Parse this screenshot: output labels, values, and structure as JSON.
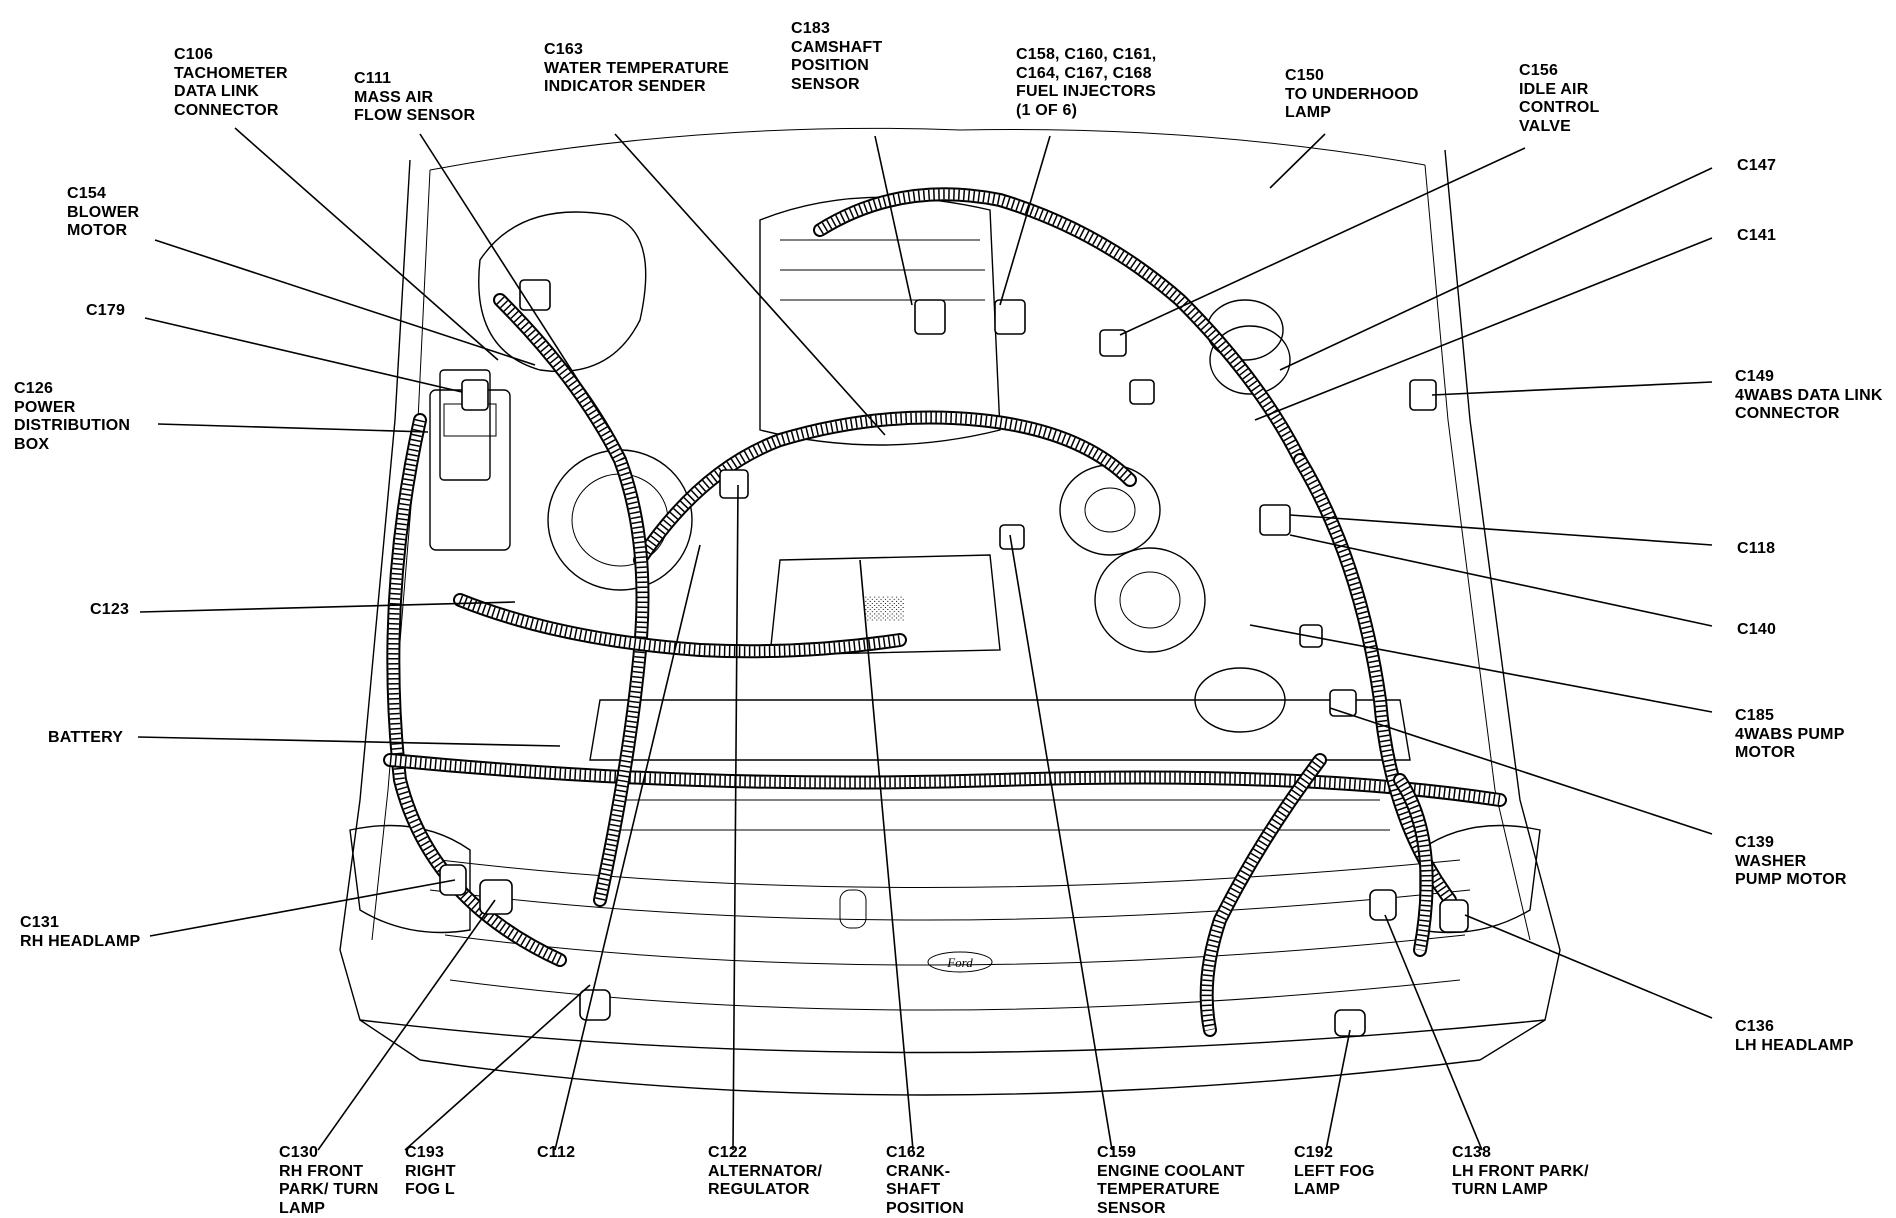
{
  "callouts": [
    {
      "id": "c106",
      "name": "label-c106-tachometer-data-link-connector",
      "lines": [
        "C106",
        "TACHOMETER",
        "DATA LINK",
        "CONNECTOR"
      ]
    },
    {
      "id": "c111",
      "name": "label-c111-mass-air-flow-sensor",
      "lines": [
        "C111",
        "MASS AIR",
        "FLOW SENSOR"
      ]
    },
    {
      "id": "c163",
      "name": "label-c163-water-temperature-indicator-sender",
      "lines": [
        "C163",
        "WATER TEMPERATURE",
        "INDICATOR SENDER"
      ]
    },
    {
      "id": "c183",
      "name": "label-c183-camshaft-position-sensor",
      "lines": [
        "C183",
        "CAMSHAFT",
        "POSITION",
        "SENSOR"
      ]
    },
    {
      "id": "c158",
      "name": "label-c158-fuel-injectors",
      "lines": [
        "C158, C160, C161,",
        "C164, C167, C168",
        "FUEL INJECTORS",
        "(1 OF 6)"
      ]
    },
    {
      "id": "c150",
      "name": "label-c150-to-underhood-lamp",
      "lines": [
        "C150",
        "TO UNDERHOOD",
        "LAMP"
      ]
    },
    {
      "id": "c156",
      "name": "label-c156-idle-air-control-valve",
      "lines": [
        "C156",
        "IDLE AIR",
        "CONTROL",
        "VALVE"
      ]
    },
    {
      "id": "c147",
      "name": "label-c147",
      "lines": [
        "C147"
      ]
    },
    {
      "id": "c141",
      "name": "label-c141",
      "lines": [
        "C141"
      ]
    },
    {
      "id": "c154",
      "name": "label-c154-blower-motor",
      "lines": [
        "C154",
        "BLOWER",
        "MOTOR"
      ]
    },
    {
      "id": "c179",
      "name": "label-c179",
      "lines": [
        "C179"
      ]
    },
    {
      "id": "c126",
      "name": "label-c126-power-distribution-box",
      "lines": [
        "C126",
        "POWER",
        "DISTRIBUTION",
        "BOX"
      ]
    },
    {
      "id": "c149",
      "name": "label-c149-4wabs-data-link-connector",
      "lines": [
        "C149",
        "4WABS DATA LINK",
        "CONNECTOR"
      ]
    },
    {
      "id": "c118",
      "name": "label-c118",
      "lines": [
        "C118"
      ]
    },
    {
      "id": "c140",
      "name": "label-c140",
      "lines": [
        "C140"
      ]
    },
    {
      "id": "c123",
      "name": "label-c123",
      "lines": [
        "C123"
      ]
    },
    {
      "id": "c185",
      "name": "label-c185-4wabs-pump-motor",
      "lines": [
        "C185",
        "4WABS PUMP",
        "MOTOR"
      ]
    },
    {
      "id": "battery",
      "name": "label-battery",
      "lines": [
        "BATTERY"
      ]
    },
    {
      "id": "c139",
      "name": "label-c139-washer-pump-motor",
      "lines": [
        "C139",
        "WASHER",
        "PUMP MOTOR"
      ]
    },
    {
      "id": "c131",
      "name": "label-c131-rh-headlamp",
      "lines": [
        "C131",
        "RH HEADLAMP"
      ]
    },
    {
      "id": "c136",
      "name": "label-c136-lh-headlamp",
      "lines": [
        "C136",
        "LH HEADLAMP"
      ]
    },
    {
      "id": "c130",
      "name": "label-c130-rh-front-park-turn-lamp",
      "lines": [
        "C130",
        "RH FRONT",
        "PARK/ TURN",
        "LAMP"
      ]
    },
    {
      "id": "c193",
      "name": "label-c193-right-fog-l",
      "lines": [
        "C193",
        "RIGHT",
        "FOG L"
      ]
    },
    {
      "id": "c112",
      "name": "label-c112",
      "lines": [
        "C112"
      ]
    },
    {
      "id": "c122",
      "name": "label-c122-alternator-regulator",
      "lines": [
        "C122",
        "ALTERNATOR/",
        "REGULATOR"
      ]
    },
    {
      "id": "c162",
      "name": "label-c162-crankshaft-position",
      "lines": [
        "C162",
        "CRANK-",
        "SHAFT",
        "POSITION"
      ]
    },
    {
      "id": "c159",
      "name": "label-c159-engine-coolant-temperature-sensor",
      "lines": [
        "C159",
        "ENGINE COOLANT",
        "TEMPERATURE",
        "SENSOR"
      ]
    },
    {
      "id": "c192",
      "name": "label-c192-left-fog-lamp",
      "lines": [
        "C192",
        "LEFT FOG",
        "LAMP"
      ]
    },
    {
      "id": "c138",
      "name": "label-c138-lh-front-park-turn-lamp",
      "lines": [
        "C138",
        "LH FRONT PARK/",
        "TURN LAMP"
      ]
    }
  ],
  "grille_badge": "Ford"
}
